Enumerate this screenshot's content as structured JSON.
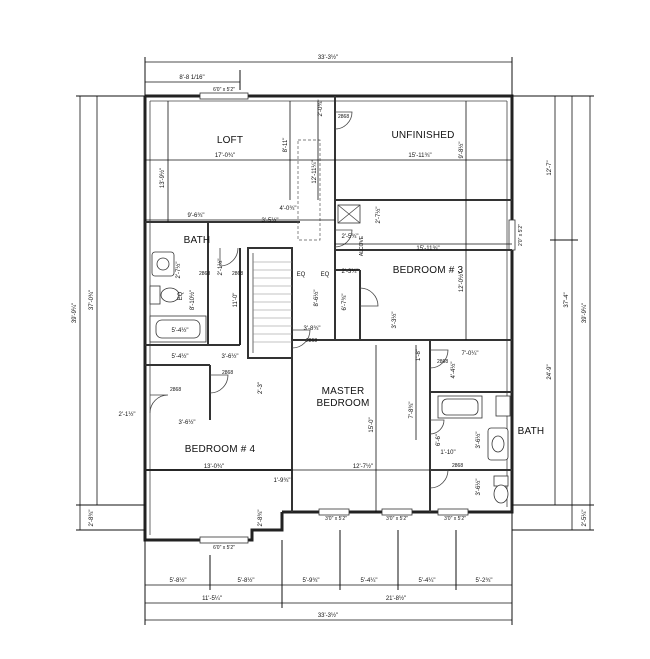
{
  "rooms": {
    "loft": "LOFT",
    "unfinished": "UNFINISHED",
    "bath_upper": "BATH",
    "bedroom3": "BEDROOM # 3",
    "master_line1": "MASTER",
    "master_line2": "BEDROOM",
    "bath_right": "BATH",
    "bedroom4": "BEDROOM # 4"
  },
  "dimensions": {
    "top_overall": "33'-3½\"",
    "top_partial": "8'-8 1/16\"",
    "window_top": "6'0\" x 5'2\"",
    "left_overall_outer": "39'-9¼\"",
    "left_overall_inner": "37'-0¾\"",
    "left_bottom": "2'-8¾\"",
    "right_overall_outer": "39'-9¼\"",
    "right_overall_inner": "37'-4\"",
    "right_upper": "12'-7\"",
    "right_lower": "24'-9\"",
    "right_bottom": "2'-5¼\"",
    "right_window": "2'0\" x 5'2\"",
    "loft_width": "17'-0¾\"",
    "loft_depth": "13'-9½\"",
    "loft_lower": "9'-6¾\"",
    "stair_top": "8'-11\"",
    "stair_small": "2'-0¾\"",
    "stair_mid": "12'-11¼\"",
    "stair_lower": "4'-0¾\"",
    "stair_width": "3'-5½\"",
    "unfinished_width": "15'-11¾\"",
    "unfinished_depth": "9'-8½\"",
    "bed3_width": "15'-11¾\"",
    "bed3_depth": "12'-0½\"",
    "bed3_closet": "3'-3½\"",
    "bed3_a": "2'-7½\"",
    "bed3_b": "2'-5¾\"",
    "bed3_c": "2'-3¼\"",
    "bed3_d": "6'-7¾\"",
    "bed3_e": "8'-6½\"",
    "bed3_f": "3'-8¾\"",
    "alcove": "ALCOVE",
    "eq": "EQ",
    "bath_a": "2'-7½\"",
    "bath_b": "2'-1½\"",
    "bath_c": "8'-10½\"",
    "bath_tub": "5'-4½\"",
    "hall_len": "11'-0\"",
    "hall_a": "5'-4½\"",
    "hall_b": "3'-6½\"",
    "hall_c": "2'-3\"",
    "bed4_a": "2'-1½\"",
    "bed4_b": "3'-6½\"",
    "bed4_width": "13'-0¾\"",
    "master_depth": "15'-0\"",
    "master_width": "12'-7½\"",
    "mbath_a": "7'-0¼\"",
    "mbath_b": "4'-4½\"",
    "mbath_c": "7'-8¾\"",
    "mbath_d": "3'-6½\"",
    "mbath_e": "1'-10\"",
    "mbath_f": "6'-6\"",
    "mbath_g": "1'-8\"",
    "mbath_h": "3'-6½\"",
    "step_a": "1'-9¾\"",
    "step_b": "2'-8¾\"",
    "door_code": "2868",
    "window_w1": "3'0\" x 5'2\"",
    "window_w2": "3'0\" x 5'2\"",
    "window_w3": "3'0\" x 5'2\"",
    "window_bottom": "6'0\" x 5'2\"",
    "bottom_seg1": "5'-8½\"",
    "bottom_seg2": "5'-8½\"",
    "bottom_seg3": "5'-9¾\"",
    "bottom_seg4": "5'-4¼\"",
    "bottom_seg5": "5'-4¼\"",
    "bottom_seg6": "5'-2¾\"",
    "bottom_left_total": "11'-5¼\"",
    "bottom_right_total": "21'-8½\"",
    "bottom_overall": "33'-3½\""
  },
  "colors": {
    "line": "#222222",
    "background": "#ffffff"
  }
}
